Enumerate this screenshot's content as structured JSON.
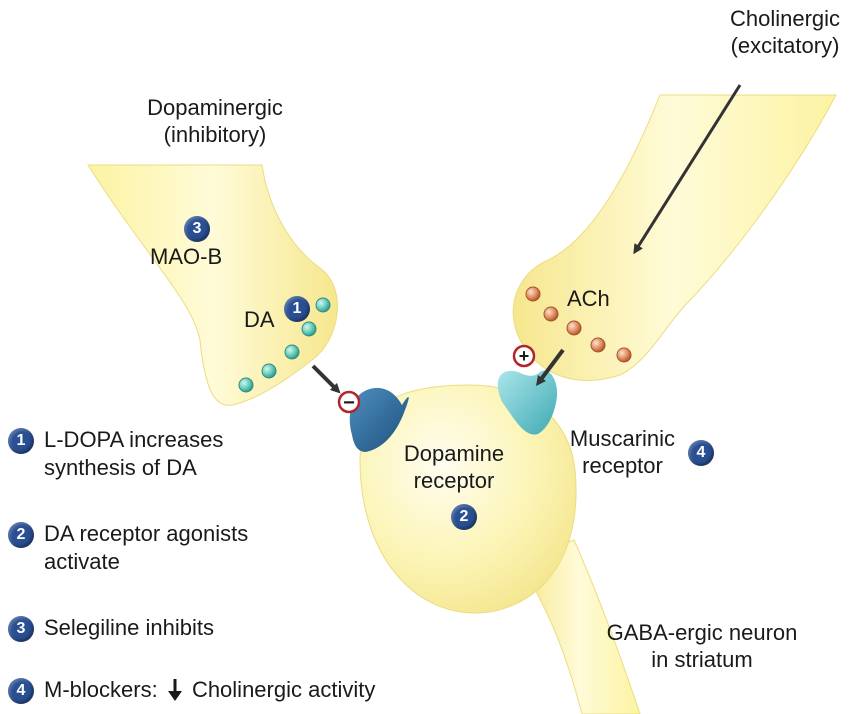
{
  "colors": {
    "neuron_fill": "#fbf3a6",
    "neuron_edge": "#e9d76a",
    "badge": "#2a4f92",
    "dopamine_receptor": "#2e6fa1",
    "muscarinic_receptor": "#69c7cf",
    "da_vesicle": "#5fc9b8",
    "ach_vesicle": "#e08a5b",
    "arrow": "#333333"
  },
  "labels": {
    "cholinergic": [
      "Cholinergic",
      "(excitatory)"
    ],
    "dopaminergic": [
      "Dopaminergic",
      "(inhibitory)"
    ],
    "mao_b": "MAO-B",
    "da": "DA",
    "ach": "ACh",
    "dopamine_receptor": [
      "Dopamine",
      "receptor"
    ],
    "muscarinic_receptor": [
      "Muscarinic",
      "receptor"
    ],
    "gaba_neuron": [
      "GABA-ergic neuron",
      "in striatum"
    ]
  },
  "signs": {
    "inhibitory": "−",
    "excitatory": "+"
  },
  "badges": {
    "one": "1",
    "two": "2",
    "three": "3",
    "four": "4"
  },
  "legend": [
    {
      "num": "1",
      "lines": [
        "L-DOPA increases",
        "synthesis of DA"
      ]
    },
    {
      "num": "2",
      "lines": [
        "DA receptor agonists",
        "activate"
      ]
    },
    {
      "num": "3",
      "lines": [
        "Selegiline inhibits"
      ]
    },
    {
      "num": "4",
      "prefix": "M-blockers:",
      "icon": "down-arrow-icon",
      "suffix": "Cholinergic activity"
    }
  ]
}
